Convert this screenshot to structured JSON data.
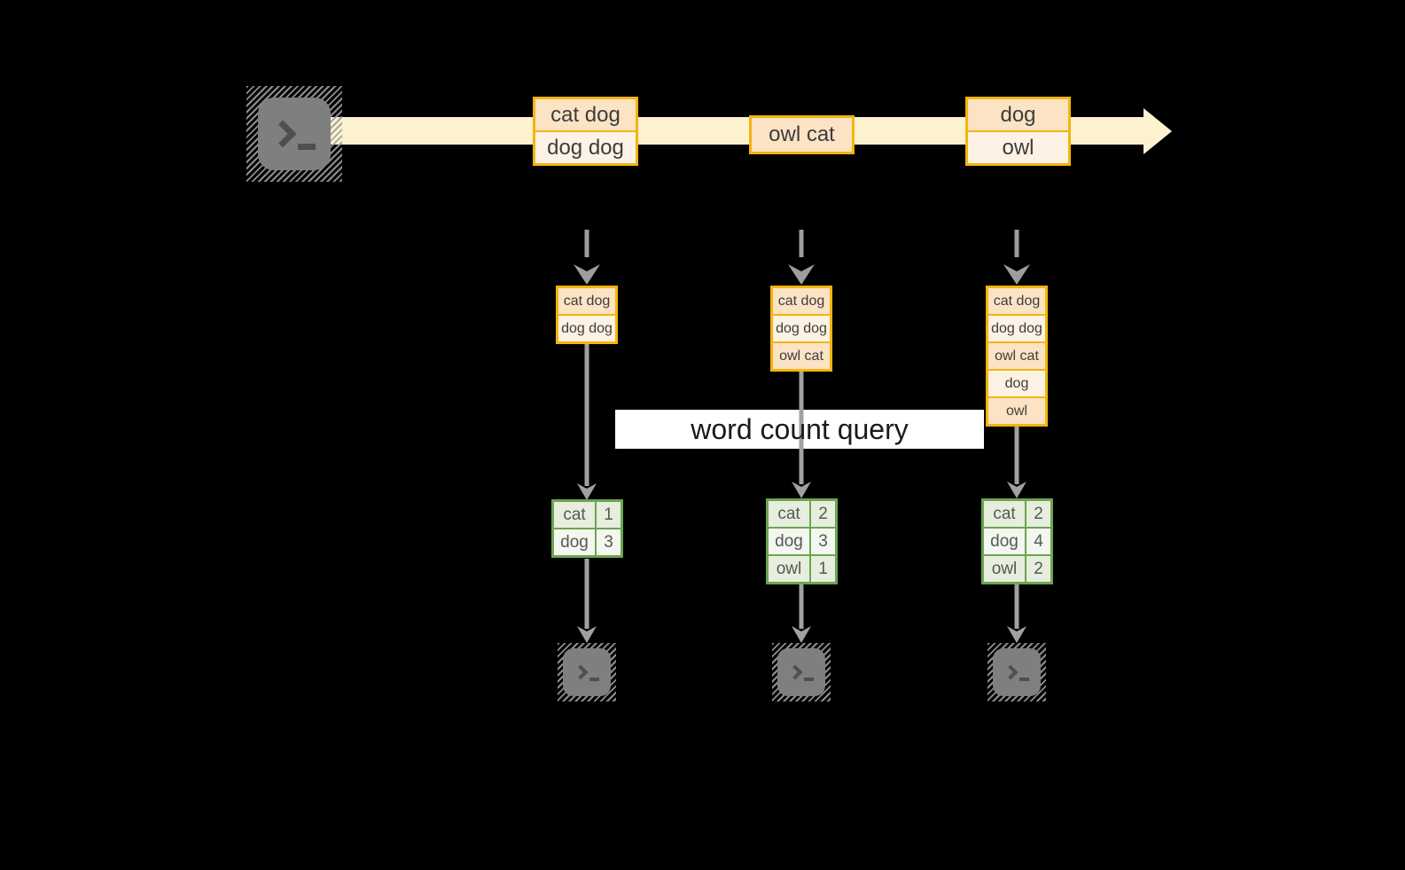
{
  "query_label": "word count query",
  "stream": {
    "batches": [
      {
        "cells": [
          "cat dog",
          "dog dog"
        ]
      },
      {
        "cells": [
          "owl cat"
        ]
      },
      {
        "cells": [
          "dog",
          "owl"
        ]
      }
    ]
  },
  "micro_batches": [
    {
      "cells": [
        "cat dog",
        "dog dog"
      ]
    },
    {
      "cells": [
        "cat dog",
        "dog dog",
        "owl cat"
      ]
    },
    {
      "cells": [
        "cat dog",
        "dog dog",
        "owl cat",
        "dog",
        "owl"
      ]
    }
  ],
  "result_tables": [
    {
      "rows": [
        {
          "word": "cat",
          "count": "1"
        },
        {
          "word": "dog",
          "count": "3"
        }
      ]
    },
    {
      "rows": [
        {
          "word": "cat",
          "count": "2"
        },
        {
          "word": "dog",
          "count": "3"
        },
        {
          "word": "owl",
          "count": "1"
        }
      ]
    },
    {
      "rows": [
        {
          "word": "cat",
          "count": "2"
        },
        {
          "word": "dog",
          "count": "4"
        },
        {
          "word": "owl",
          "count": "2"
        }
      ]
    }
  ],
  "icons": {
    "source": "terminal-icon",
    "sinks": [
      "terminal-icon",
      "terminal-icon",
      "terminal-icon"
    ],
    "prompt_symbol": ">_"
  },
  "colors": {
    "background": "#000000",
    "stream_band": "#fcf2d0",
    "batch_border": "#f5b40d",
    "batch_fill": "#fbe3c4",
    "batch_fill_light": "#fdf2e3",
    "table_border": "#6ba552",
    "table_fill": "#e7eedd",
    "table_fill_light": "#f3f7ef",
    "arrow_gray": "#a1a1a1",
    "label_band": "#ffffff",
    "icon_gray": "#7f7f7f"
  }
}
